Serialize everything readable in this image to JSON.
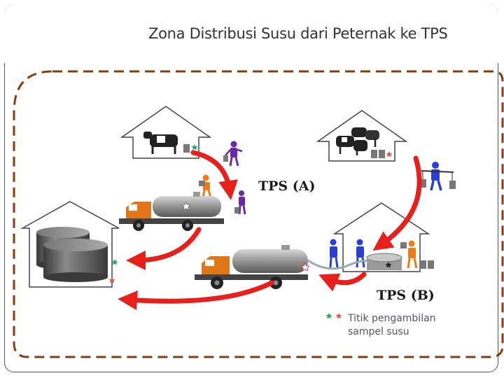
{
  "title": "Zona Distribusi Susu dari Peternak ke TPS",
  "labels": {
    "tps_a": "TPS (A)",
    "tps_b": "TPS (B)"
  },
  "legend": {
    "line1": "Titik pengambilan",
    "line2": "sampel susu"
  },
  "colors": {
    "arrow_red": "#e8201b",
    "dashed_border": "#8a3a10",
    "farmer_purple": "#6a2aa8",
    "farmer_blue": "#2b3fd6",
    "worker_orange": "#ef7a1a",
    "truck_orange": "#e0781a",
    "tank_gray": "#8a8a8a",
    "star_red": "#e05a5a",
    "star_green": "#2aa86a"
  }
}
